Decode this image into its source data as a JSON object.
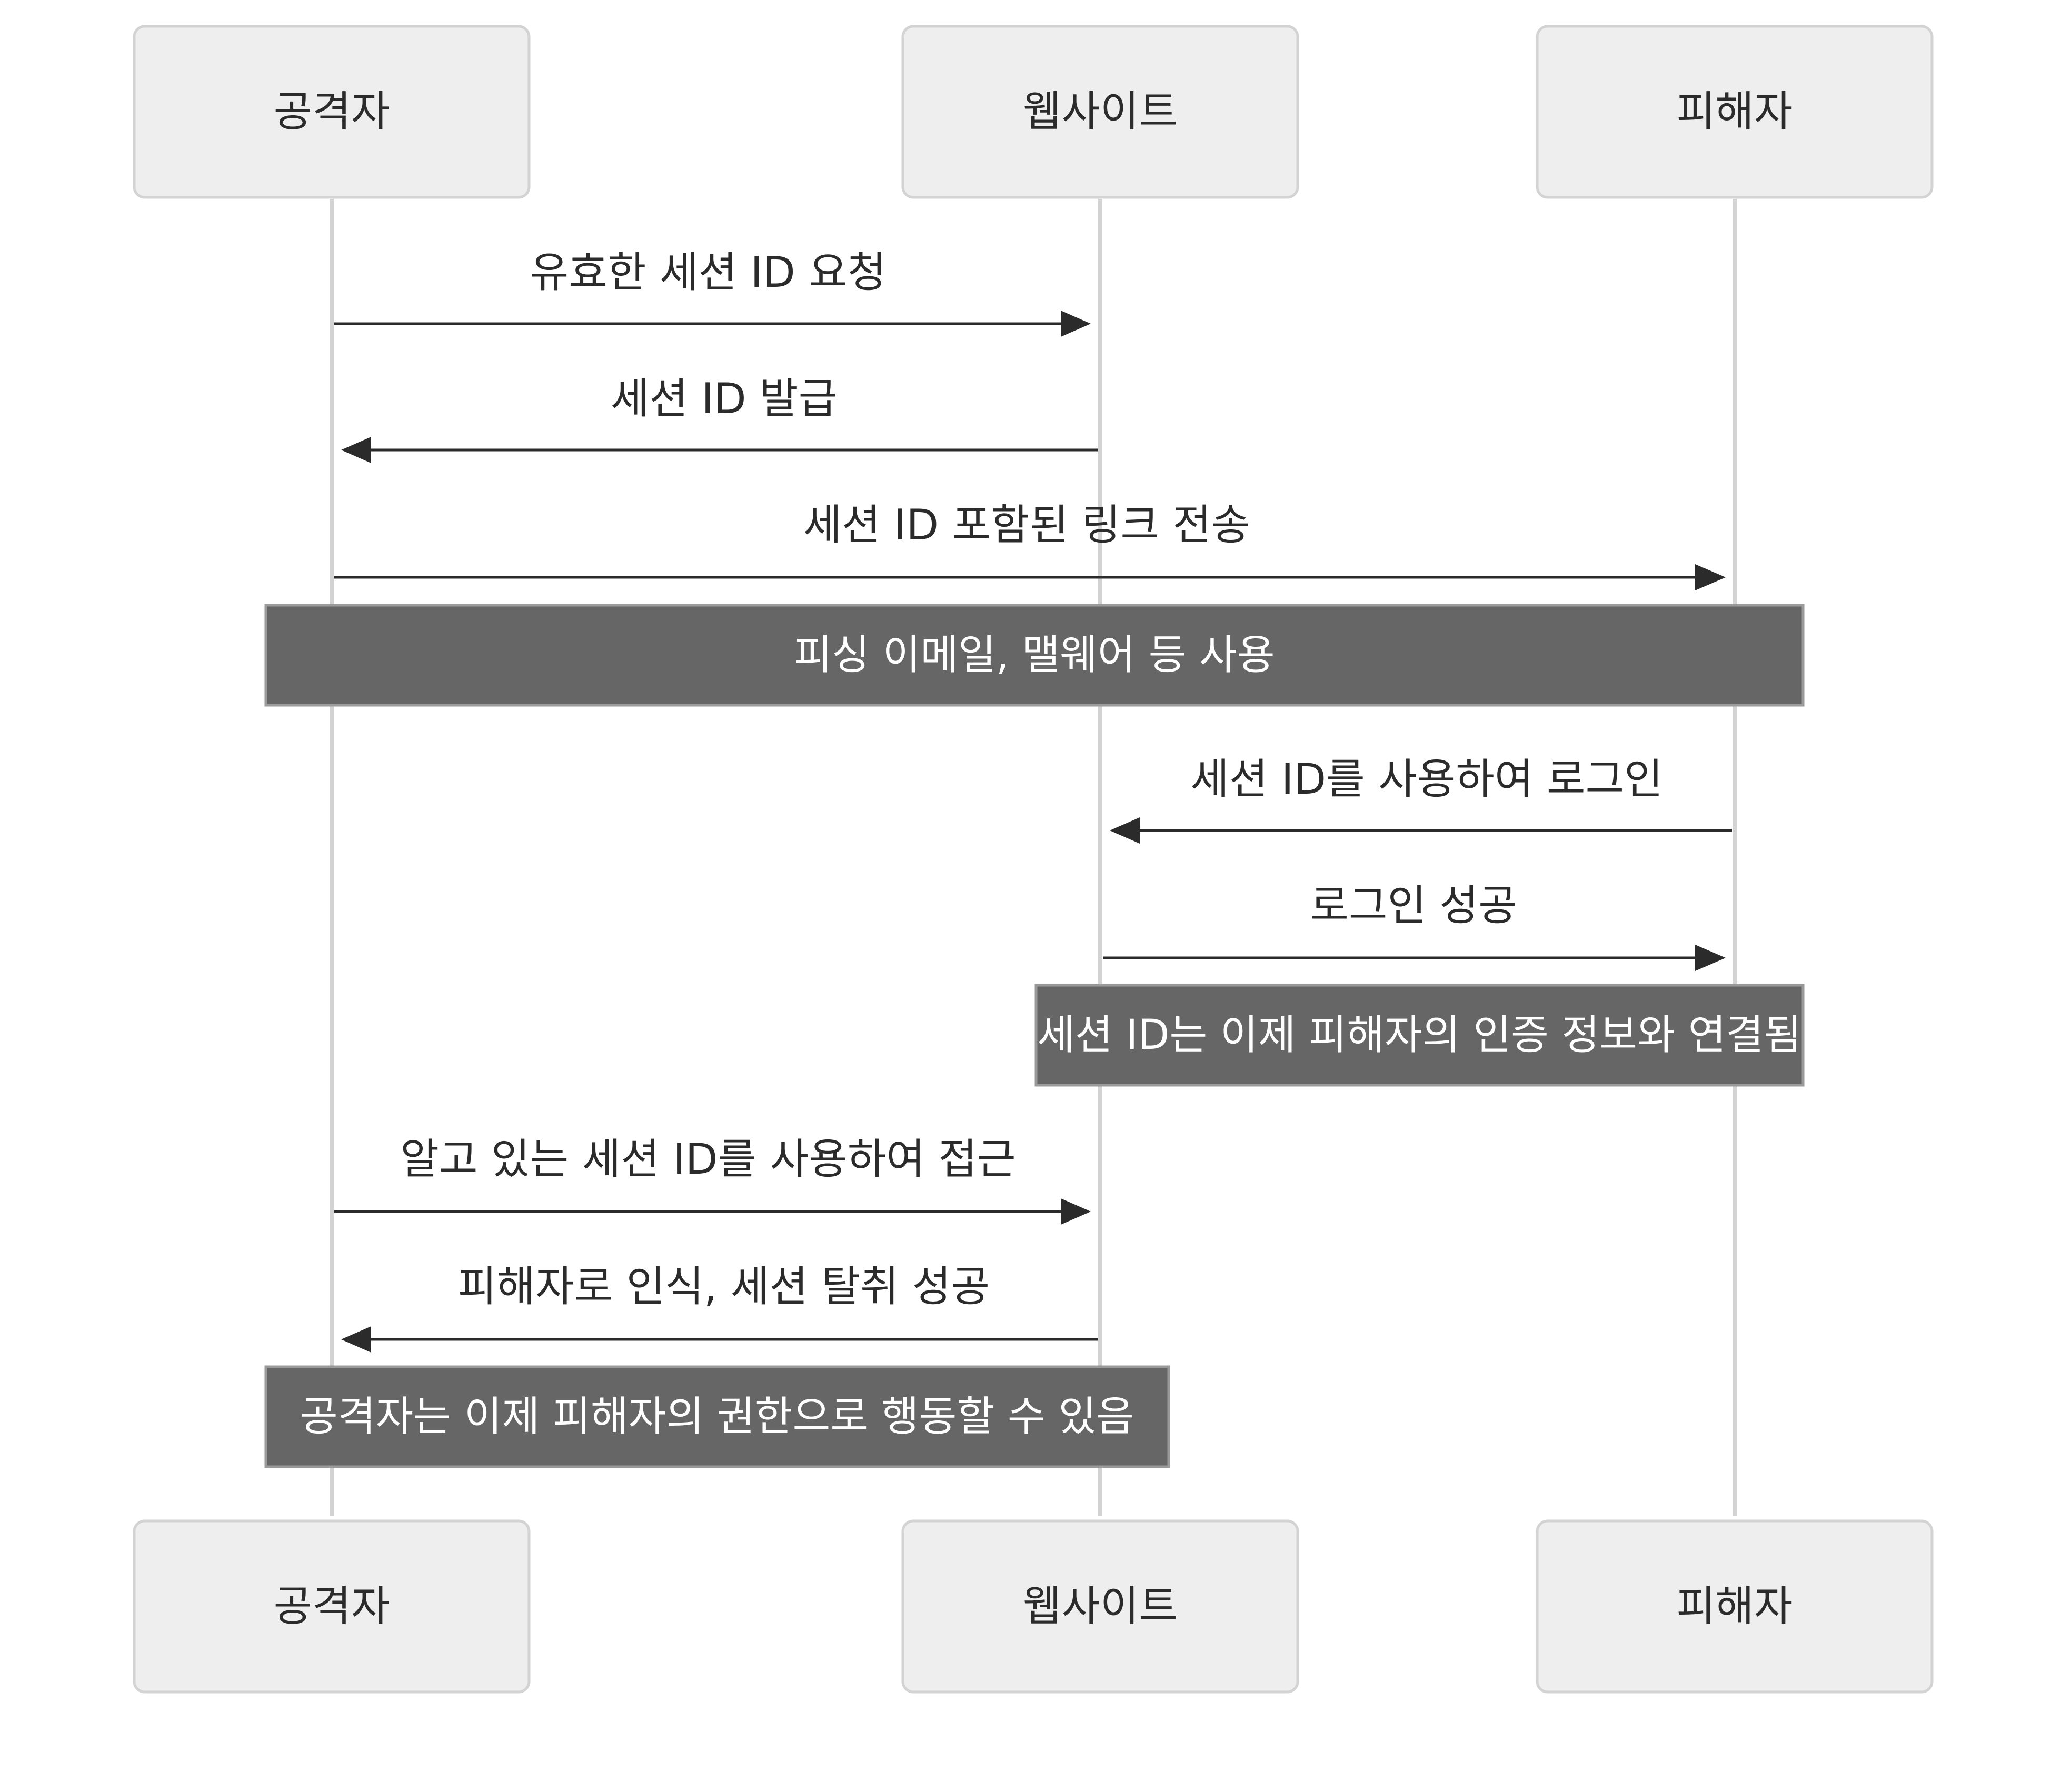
{
  "participants": [
    {
      "id": "attacker",
      "label": "공격자"
    },
    {
      "id": "website",
      "label": "웹사이트"
    },
    {
      "id": "victim",
      "label": "피해자"
    }
  ],
  "messages": [
    {
      "from": "attacker",
      "to": "website",
      "label": "유효한 세션 ID 요청"
    },
    {
      "from": "website",
      "to": "attacker",
      "label": "세션 ID 발급"
    },
    {
      "from": "attacker",
      "to": "victim",
      "label": "세션 ID 포함된 링크 전송"
    },
    {
      "from": "victim",
      "to": "website",
      "label": "세션 ID를 사용하여 로그인"
    },
    {
      "from": "website",
      "to": "victim",
      "label": "로그인 성공"
    },
    {
      "from": "attacker",
      "to": "website",
      "label": "알고 있는 세션 ID를 사용하여 접근"
    },
    {
      "from": "website",
      "to": "attacker",
      "label": "피해자로 인식, 세션 탈취 성공"
    }
  ],
  "notes": [
    {
      "over": [
        "attacker",
        "victim"
      ],
      "text": "피싱 이메일, 맬웨어 등 사용"
    },
    {
      "over": [
        "website",
        "victim"
      ],
      "text": "세션 ID는 이제 피해자의 인증 정보와 연결됨"
    },
    {
      "over": [
        "attacker",
        "website"
      ],
      "text": "공격자는 이제 피해자의 권한으로 행동할 수 있음"
    }
  ]
}
